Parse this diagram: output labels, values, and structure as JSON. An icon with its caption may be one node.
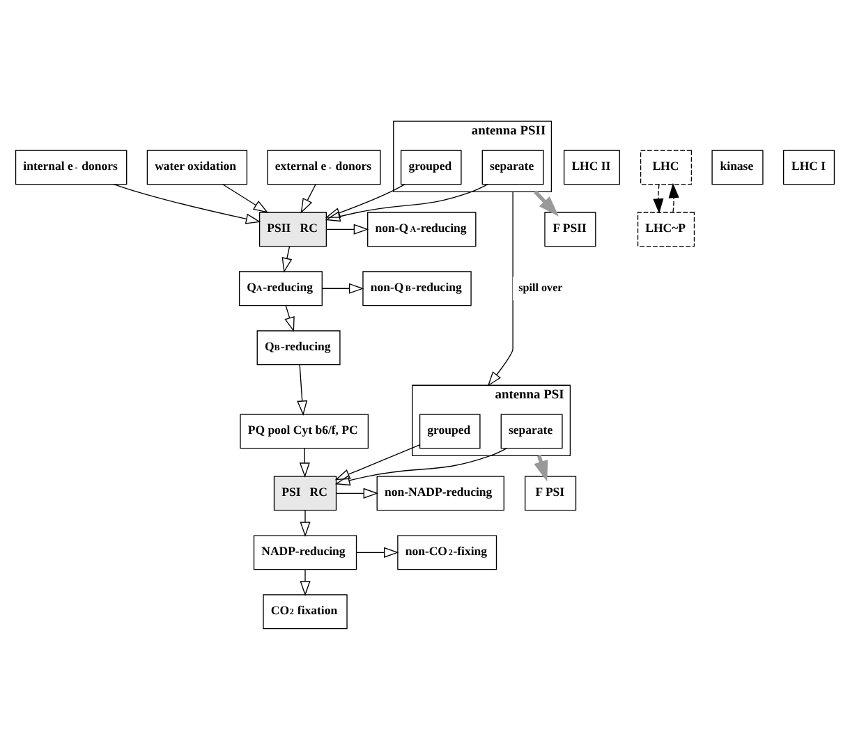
{
  "diagram": {
    "nodes": [
      {
        "text": [
          "internal e$^{-}$ donors"
        ]
      },
      {
        "text": [
          "water oxidation"
        ]
      },
      {
        "text": [
          "external e$^{-}$ donors"
        ]
      },
      {
        "text": [
          "non-Q$_{A}$-reducing"
        ]
      },
      {
        "text": [
          "PSII   RC"
        ]
      },
      {
        "text": [
          "antenna PSII"
        ]
      },
      {
        "text": [
          "grouped"
        ],
        "in": 5
      },
      {
        "text": [
          "separate"
        ],
        "in": 5
      },
      {
        "text": [
          "LHC II"
        ]
      },
      {
        "text": [
          "non-Q$_{B}$-reducing"
        ]
      },
      {
        "text": [
          "Q$_{A}$-reducing"
        ]
      },
      {
        "text": [
          "LHC"
        ]
      },
      {
        "text": [
          "F PSII"
        ]
      },
      {
        "text": [
          "kinase"
        ]
      },
      {
        "text": [
          "Q$_{B}$-reducing"
        ]
      },
      {
        "text": [
          "F PSI"
        ]
      },
      {
        "text": [
          "PQ pool Cyt b6/f, PC"
        ]
      },
      {
        "text": [
          "antenna PSI"
        ]
      },
      {
        "text": [
          "grouped"
        ],
        "in": 17
      },
      {
        "text": [
          "separate"
        ],
        "in": 17
      },
      {
        "text": [
          "LHC~P"
        ]
      },
      {
        "text": [
          "non-NADP-reducing"
        ]
      },
      {
        "text": [
          "PSI   RC"
        ]
      },
      {
        "text": [
          "LHC I"
        ]
      },
      {
        "text": [
          "non-CO$_{2}$-fixing"
        ]
      },
      {
        "text": [
          "NADP-reducing"
        ]
      },
      {
        "text": [
          "CO$_{2}$ fixation"
        ]
      }
    ],
    "edges": [
      {
        "from": 0,
        "to": 4,
        "arrow": "to"
      },
      {
        "from": 1,
        "to": 4,
        "arrow": "to"
      },
      {
        "from": 2,
        "to": 4,
        "arrow": "to"
      },
      {
        "from": 4,
        "to": 3,
        "arrow": "to"
      },
      {
        "from": 6,
        "to": 4,
        "arrow": "to"
      },
      {
        "from": 7,
        "to": 4,
        "arrow": "to"
      },
      {
        "from": 4,
        "to": 10,
        "arrow": "to"
      },
      {
        "from": 10,
        "to": 9,
        "arrow": "to"
      },
      {
        "from": 10,
        "to": 14,
        "arrow": "to"
      },
      {
        "from": 14,
        "to": 16,
        "arrow": "to"
      },
      {
        "from": 16,
        "to": 22,
        "arrow": "to"
      },
      {
        "from": 22,
        "to": 21,
        "arrow": "to"
      },
      {
        "from": 18,
        "to": 22,
        "arrow": "to"
      },
      {
        "from": 19,
        "to": 22,
        "arrow": "to"
      },
      {
        "from": 22,
        "to": 25,
        "arrow": "to"
      },
      {
        "from": 25,
        "to": 24,
        "arrow": "to"
      },
      {
        "from": 25,
        "to": 26,
        "arrow": "to"
      },
      {
        "from": 5,
        "to": 12,
        "arrow": "to",
        "style": "thick",
        "color": "#999999"
      },
      {
        "from": 17,
        "to": 15,
        "arrow": "to",
        "style": "thick",
        "color": "#999999"
      },
      {
        "from": 5,
        "to": 17,
        "arrow": "to",
        "label": "spill over"
      },
      {
        "from": 20,
        "to": 11,
        "arrow": "to",
        "style": "dashed"
      },
      {
        "from": 11,
        "to": 20,
        "arrow": "to",
        "style": "dashed"
      }
    ]
  }
}
